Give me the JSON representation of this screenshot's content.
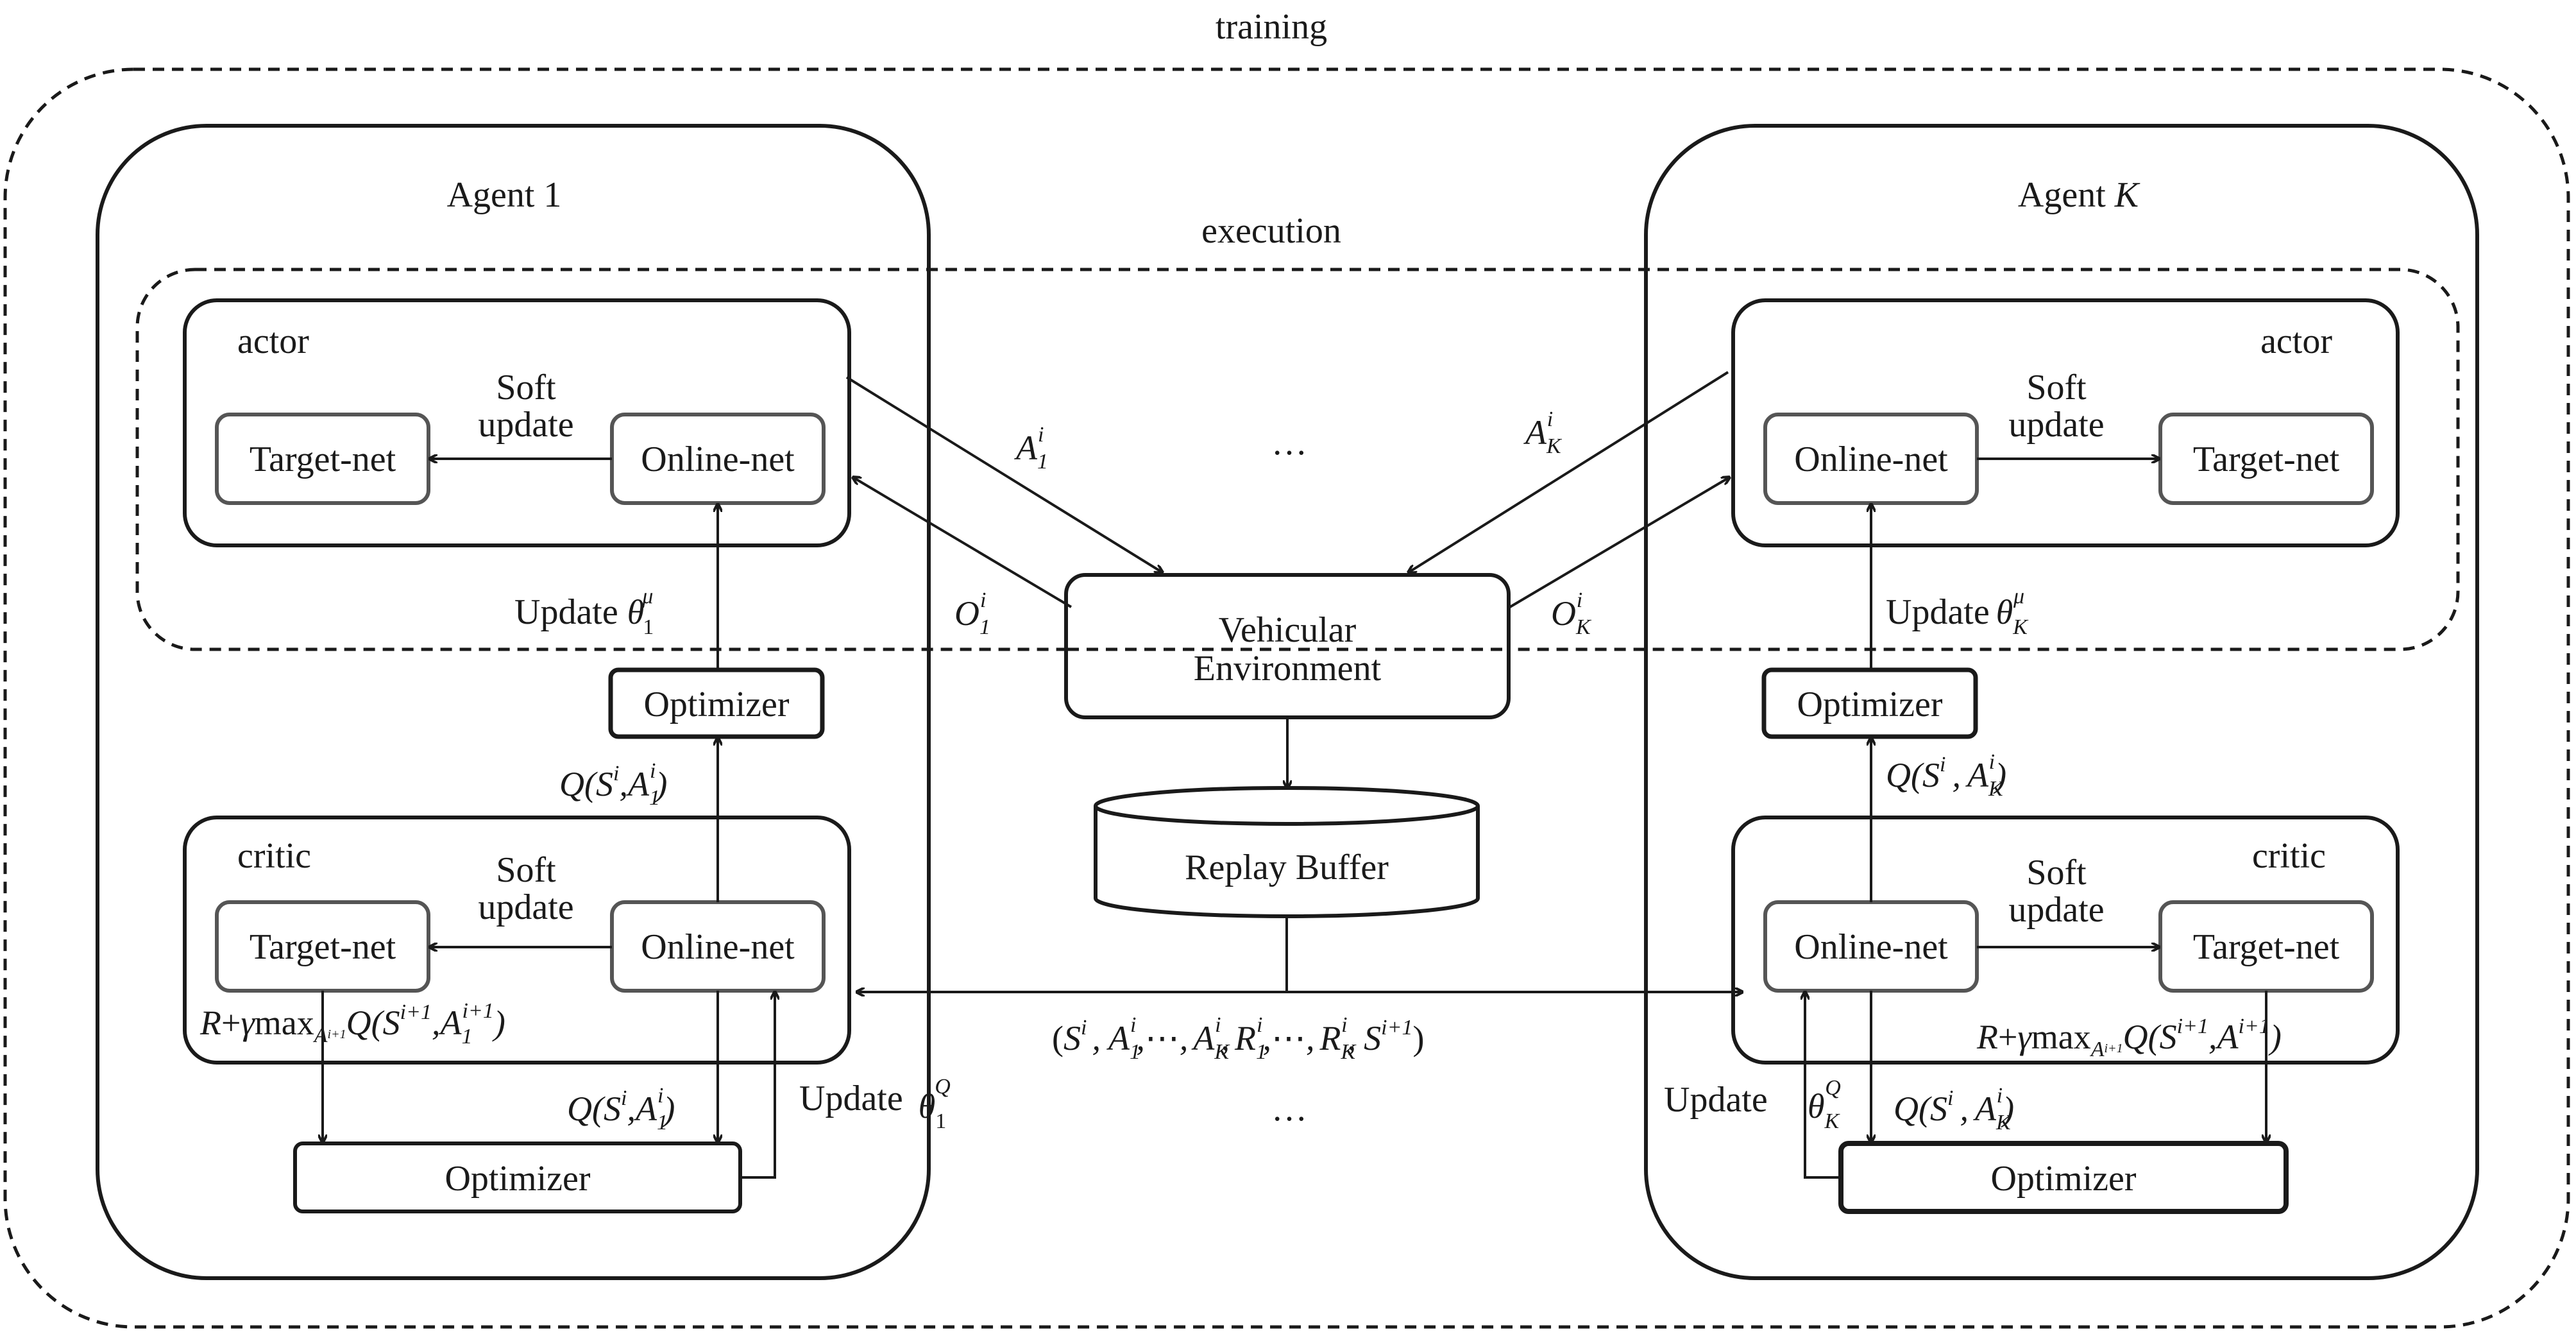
{
  "labels": {
    "training": "training",
    "execution": "execution",
    "agent1": "Agent 1",
    "agentK_prefix": "Agent ",
    "agentK_var": "K",
    "actor": "actor",
    "critic": "critic",
    "soft": "Soft",
    "update": "update",
    "target_net": "Target-net",
    "online_net": "Online-net",
    "optimizer": "Optimizer",
    "update_word": "Update",
    "env_line1": "Vehicular",
    "env_line2": "Environment",
    "replay_buffer": "Replay Buffer",
    "dots": "…"
  },
  "math": {
    "A": "A",
    "O": "O",
    "S": "S",
    "Q": "Q",
    "R": "R",
    "i": "i",
    "one": "1",
    "K": "K",
    "mu": "μ",
    "theta": "θ",
    "gamma": "γ",
    "max": "max",
    "ip1": "i+1",
    "plus": "+",
    "lparen": "(",
    "rparen": ")",
    "comma": ",",
    "cdots": "⋯",
    "Q_open": "Q(",
    "upper_Q": "Q"
  },
  "colors": {
    "stroke": "#1a1a1a",
    "net_box_stroke": "#555555"
  }
}
